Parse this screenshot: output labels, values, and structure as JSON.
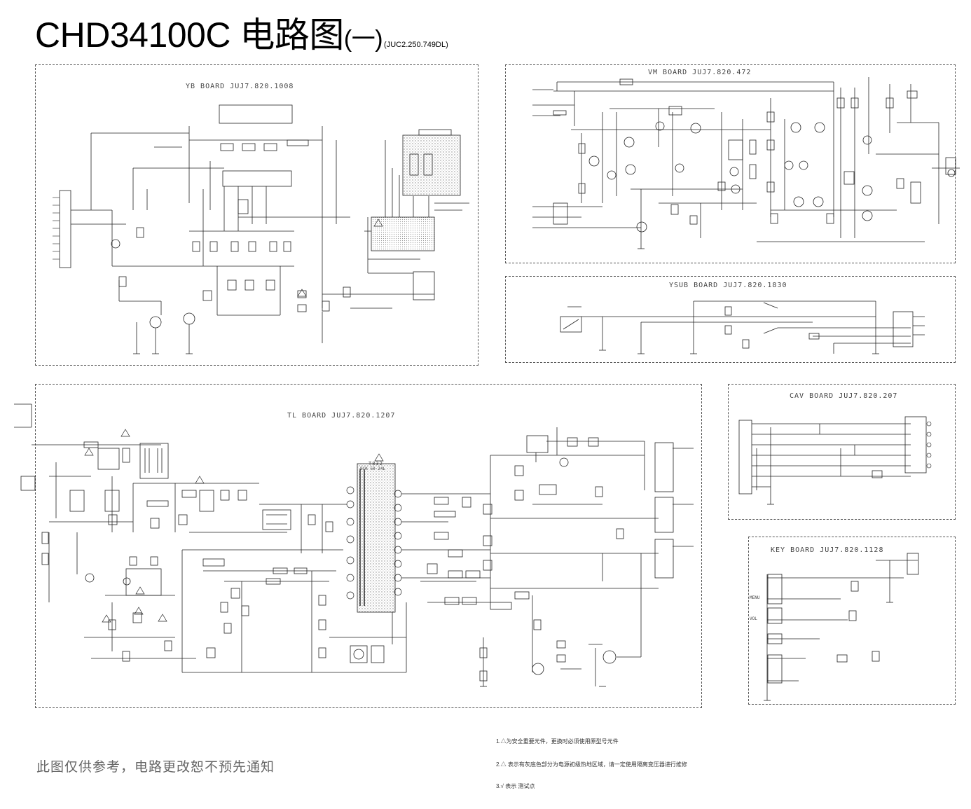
{
  "header": {
    "title": "CHD34100C 电路图",
    "title_part": "(一)",
    "drawing_no": "(JUC2.250.749DL)"
  },
  "boards": [
    {
      "id": "yb",
      "label": "YB BOARD JUJ7.820.1008"
    },
    {
      "id": "vm",
      "label": "VM BOARD JUJ7.820.472"
    },
    {
      "id": "ysub",
      "label": "YSUB BOARD JUJ7.820.1830"
    },
    {
      "id": "tl",
      "label": "TL BOARD JUJ7.820.1207"
    },
    {
      "id": "cav",
      "label": "CAV BOARD JUJ7.820.207"
    },
    {
      "id": "key",
      "label": "KEY BOARD JUJ7.820.1128"
    }
  ],
  "key_labels": [
    "MENU",
    "VOL"
  ],
  "transformer": {
    "ref": "T832",
    "part": "BCK 50-24L"
  },
  "footnotes": {
    "disclaimer": "此图仅供参考，电路更改恕不预先通知",
    "note1": "1.△为安全重要元件，更换时必须使用原型号元件",
    "note2": "2.△ 表示有灰底色部分为电源初级热地区域，请一定使用隔离变压器进行维修",
    "note3": "3.√ 表示 测试点"
  },
  "colors": {
    "line": "#222222",
    "hatch": "#999999"
  }
}
